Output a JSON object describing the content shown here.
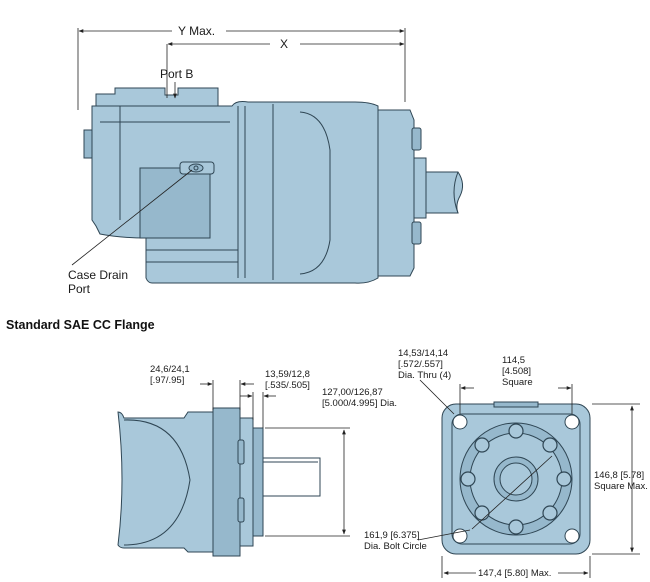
{
  "side_view": {
    "y_max": "Y Max.",
    "x": "X",
    "port_b": "Port B",
    "case_drain_line1": "Case Drain",
    "case_drain_line2": "Port"
  },
  "section_title": "Standard SAE CC Flange",
  "flange_side": {
    "dim_a_line1": "24,6/24,1",
    "dim_a_line2": "[.97/.95]",
    "dim_b_line1": "13,59/12,8",
    "dim_b_line2": "[.535/.505]",
    "dim_c_line1": "127,00/126,87",
    "dim_c_line2": "[5.000/4.995] Dia."
  },
  "flange_front": {
    "hole_line1": "14,53/14,14",
    "hole_line2": "[.572/.557]",
    "hole_line3": "Dia. Thru (4)",
    "square_line1": "114,5",
    "square_line2": "[4.508]",
    "square_line3": "Square",
    "max_sq_line1": "146,8 [5.78]",
    "max_sq_line2": "Square Max.",
    "bolt_circle_line1": "161,9 [6.375]",
    "bolt_circle_line2": "Dia. Bolt Circle",
    "bottom_dim": "147,4 [5.80] Max."
  },
  "colors": {
    "body": "#a9c8da",
    "outline": "#2f4654"
  }
}
